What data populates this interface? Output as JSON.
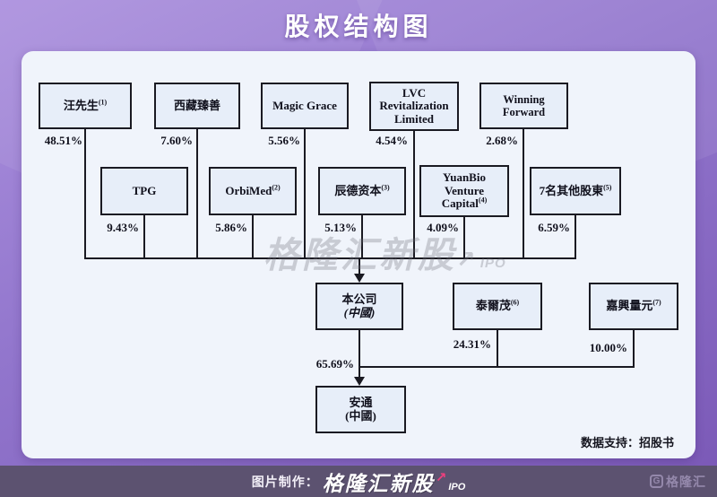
{
  "title": "股权结构图",
  "watermark": {
    "brand": "格隆汇新股",
    "suffix": "IPO"
  },
  "source_note": "数据支持：招股书",
  "icons": {
    "trend_arrow": "↗"
  },
  "footer": {
    "credit": "图片制作：",
    "brand": "格隆汇新股",
    "suffix": "IPO",
    "logo_letter": "G",
    "logo_text": "格隆汇"
  },
  "colors": {
    "background_top": "#ab90de",
    "background_bottom": "#7a58b6",
    "footer_bar": "#5c5270",
    "panel": "#f0f4fb",
    "box_fill": "#e7eef9",
    "line": "#1a1a22",
    "accent_pink": "#ee3f7e"
  },
  "diagram": {
    "row1": [
      {
        "name": "汪先生",
        "sup": "(1)",
        "pct": "48.51%"
      },
      {
        "name": "西藏臻善",
        "sup": "",
        "pct": "7.60%"
      },
      {
        "name": "Magic Grace",
        "sup": "",
        "pct": "5.56%"
      },
      {
        "name": "LVC Revitalization Limited",
        "sup": "",
        "pct": "4.54%"
      },
      {
        "name": "Winning Forward",
        "sup": "",
        "pct": "2.68%"
      }
    ],
    "row2": [
      {
        "name": "TPG",
        "sup": "",
        "pct": "9.43%"
      },
      {
        "name": "OrbiMed",
        "sup": "(2)",
        "pct": "5.86%"
      },
      {
        "name": "辰德资本",
        "sup": "(3)",
        "pct": "5.13%"
      },
      {
        "name": "YuanBio Venture Capital",
        "sup": "(4)",
        "pct": "4.09%"
      },
      {
        "name": "7名其他股東",
        "sup": "(5)",
        "pct": "6.59%"
      }
    ],
    "company": {
      "name": "本公司",
      "region": "(中國)"
    },
    "co_holders": [
      {
        "name": "泰爾茂",
        "sup": "(6)",
        "pct": "24.31%"
      },
      {
        "name": "嘉興量元",
        "sup": "(7)",
        "pct": "10.00%"
      }
    ],
    "subsidiary_pct": "65.69%",
    "subsidiary": {
      "name": "安通",
      "region": "(中國)"
    }
  }
}
